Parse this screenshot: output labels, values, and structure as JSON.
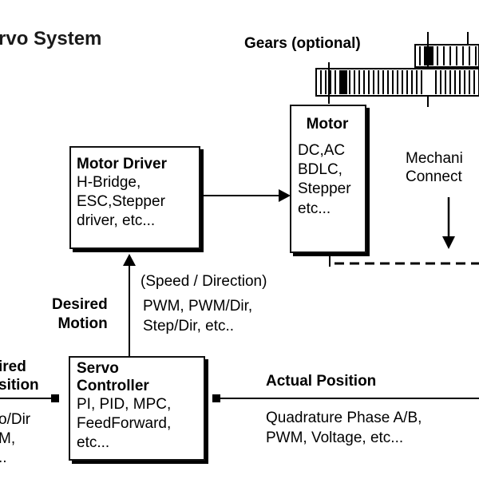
{
  "title": "rvo System",
  "gears_label": "Gears (optional)",
  "motor_driver": {
    "title": "Motor Driver",
    "body": "H-Bridge,\nESC,Stepper\ndriver, etc..."
  },
  "motor": {
    "title": "Motor",
    "body": "DC,AC\nBDLC,\nStepper\netc..."
  },
  "mechanical_connection": "Mechani\nConnect",
  "servo_controller": {
    "title": "Servo\nController",
    "body": "PI, PID, MPC,\nFeedForward,\netc..."
  },
  "desired_motion": "Desired\nMotion",
  "speed_direction": "(Speed / Direction)",
  "pwm_signals": "PWM, PWM/Dir,\nStep/Dir, etc..",
  "actual_position": "Actual Position",
  "feedback_signals": "Quadrature Phase A/B,\nPWM, Voltage, etc...",
  "desired_position": "ired\nsition",
  "left_signals": "o/Dir\nM,\n.."
}
